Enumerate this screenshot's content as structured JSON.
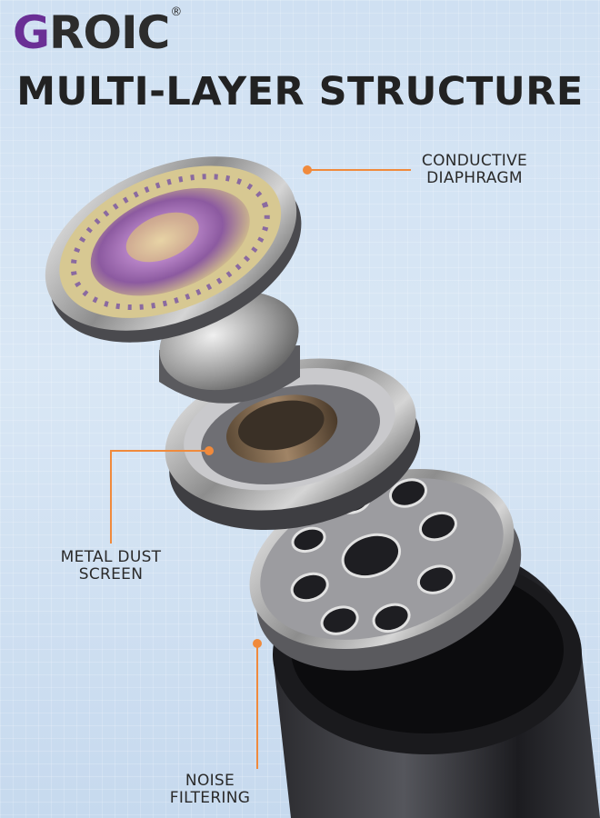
{
  "brand": {
    "name": "GROIC",
    "registered_mark": "®"
  },
  "headline": "MULTI-LAYER STRUCTURE",
  "callouts": [
    {
      "id": "diaphragm",
      "lines": [
        "CONDUCTIVE",
        "DIAPHRAGM"
      ]
    },
    {
      "id": "dust",
      "lines": [
        "METAL DUST",
        "SCREEN"
      ]
    },
    {
      "id": "noise",
      "lines": [
        "NOISE",
        "FILTERING"
      ]
    }
  ],
  "colors": {
    "accent_line": "#f08a3c",
    "brand_purple": "#6a2f95",
    "text_dark": "#222222"
  }
}
